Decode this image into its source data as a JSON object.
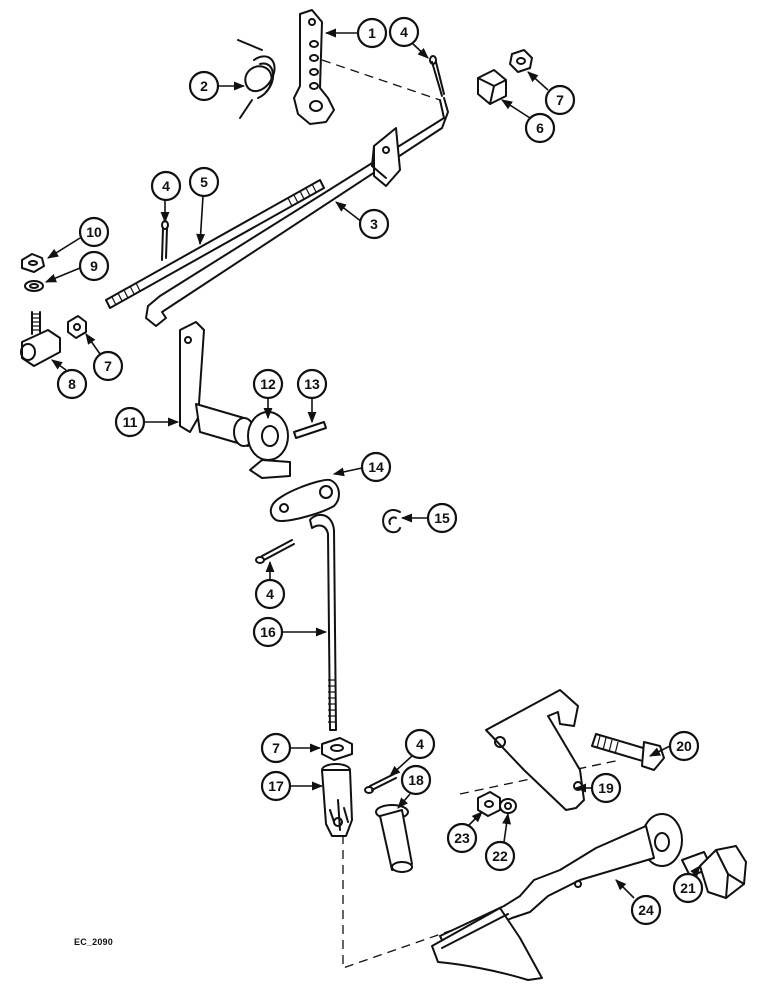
{
  "figure_code": "EC_2090",
  "callouts": [
    {
      "label": "1"
    },
    {
      "label": "2"
    },
    {
      "label": "3"
    },
    {
      "label": "4"
    },
    {
      "label": "5"
    },
    {
      "label": "6"
    },
    {
      "label": "7"
    },
    {
      "label": "8"
    },
    {
      "label": "9"
    },
    {
      "label": "10"
    },
    {
      "label": "11"
    },
    {
      "label": "12"
    },
    {
      "label": "13"
    },
    {
      "label": "14"
    },
    {
      "label": "15"
    },
    {
      "label": "16"
    },
    {
      "label": "17"
    },
    {
      "label": "18"
    },
    {
      "label": "19"
    },
    {
      "label": "20"
    },
    {
      "label": "21"
    },
    {
      "label": "22"
    },
    {
      "label": "23"
    },
    {
      "label": "24"
    }
  ]
}
